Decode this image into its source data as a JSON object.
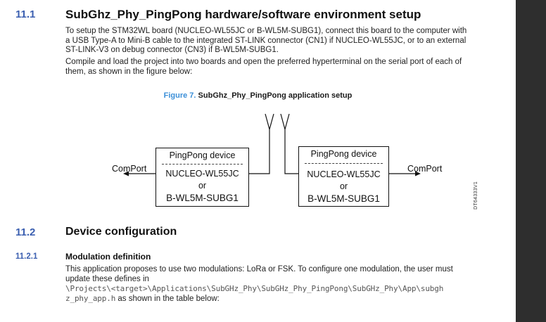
{
  "section_11_1": {
    "number": "11.1",
    "title": "SubGhz_Phy_PingPong hardware/software environment setup",
    "para1_line1": "To setup the STM32WL board (NUCLEO-WL55JC or B-WL5M-SUBG1), connect this board to the computer with",
    "para1_line2": "a USB Type-A to Mini-B cable to the integrated ST-LINK connector (CN1) if NUCLEO-WL55JC, or to an external",
    "para1_line3": "ST-LINK-V3 on debug connector (CN3) if B-WL5M-SUBG1.",
    "para2_line1": "Compile and load the project into two boards and open the preferred hyperterminal on the serial port of each of",
    "para2_line2": "them, as shown in the figure below:"
  },
  "figure": {
    "number": "Figure 7.",
    "title": "SubGhz_Phy_PingPong application setup",
    "id": "DT64333V1",
    "left_device": {
      "title": "PingPong device",
      "dashes": "-------------------------------",
      "board1": "NUCLEO-WL55JC",
      "or": "or",
      "board2": "B-WL5M-SUBG1"
    },
    "right_device": {
      "title": "PingPong device",
      "dashes": "-------------------------------",
      "board1": "NUCLEO-WL55JC",
      "or": "or",
      "board2": "B-WL5M-SUBG1"
    },
    "left_port": "ComPort",
    "right_port": "ComPort"
  },
  "section_11_2": {
    "number": "11.2",
    "title": "Device configuration"
  },
  "section_11_2_1": {
    "number": "11.2.1",
    "title": "Modulation definition",
    "para_line1": "This application proposes to use two modulations: LoRa or FSK. To configure one modulation, the user must",
    "para_line2": "update these defines in",
    "path_line1": "\\Projects\\<target>\\Applications\\SubGHz_Phy\\SubGHz_Phy_PingPong\\SubGHz_Phy\\App\\subgh",
    "path_line2": "z_phy_app.h",
    "path_suffix": " as shown in the table below:"
  },
  "colors": {
    "heading_number": "#3b5fb0",
    "figure_number": "#3b8fd8",
    "sidebar": "#2e2e2e"
  }
}
